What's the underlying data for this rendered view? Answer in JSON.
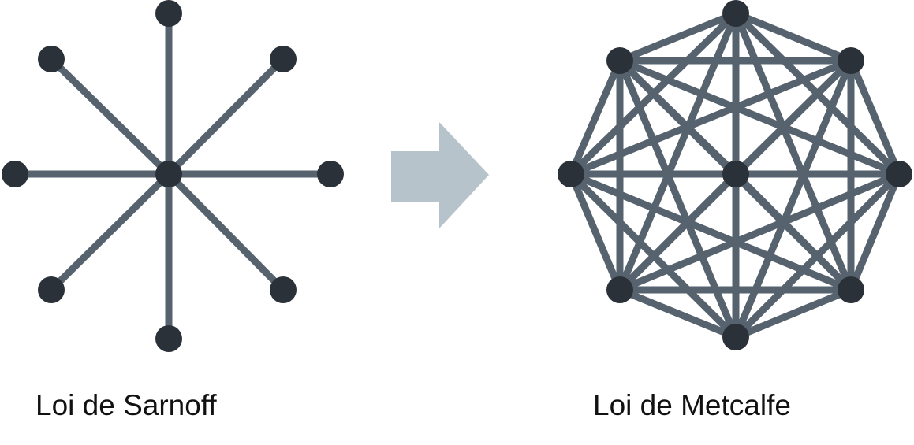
{
  "diagrams": {
    "left": {
      "label": "Loi de Sarnoff",
      "topology": "star",
      "nodes": 9
    },
    "right": {
      "label": "Loi de Metcalfe",
      "topology": "complete-graph",
      "nodes": 9
    }
  },
  "arrow": {
    "icon": "right-arrow-icon"
  },
  "colors": {
    "edge": "#56636e",
    "node": "#2b3139",
    "arrow": "#b6c3cb"
  }
}
